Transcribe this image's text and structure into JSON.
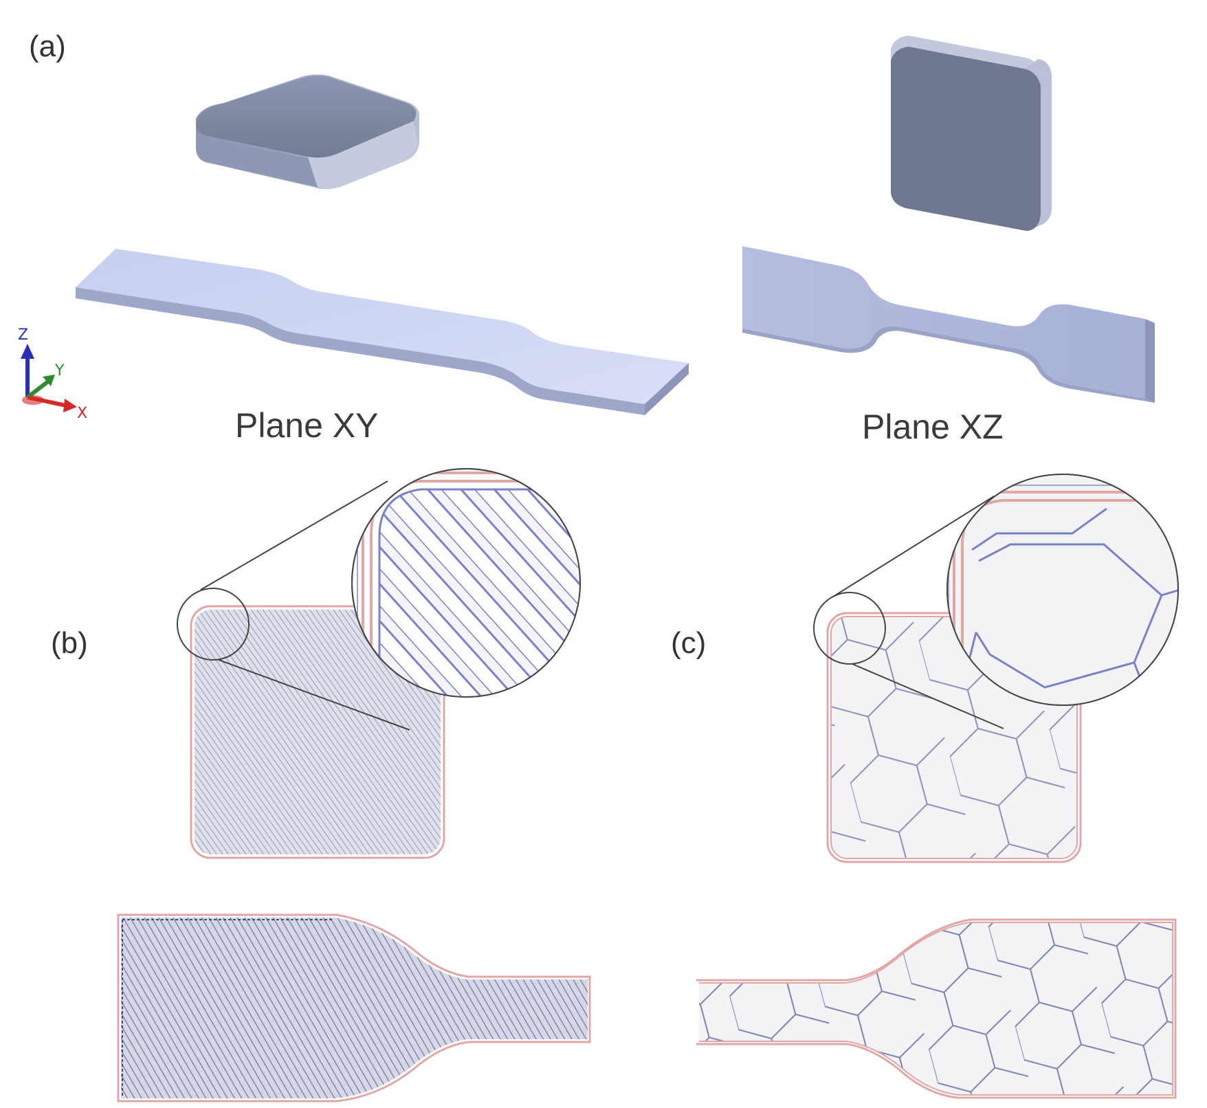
{
  "panels": {
    "a": {
      "label": "(a)"
    },
    "b": {
      "label": "(b)"
    },
    "c": {
      "label": "(c)"
    }
  },
  "planes": {
    "xy": {
      "label": "Plane XY"
    },
    "xz": {
      "label": "Plane XZ"
    }
  },
  "axes_triad": {
    "z": {
      "label": "Z",
      "color": "#2b2fb8"
    },
    "y": {
      "label": "Y",
      "color": "#2e8b2e"
    },
    "x": {
      "label": "X",
      "color": "#d42a2a"
    }
  },
  "colors": {
    "part_top": "#c9d2f0",
    "part_side": "#9aa3c7",
    "block_front": "#6f7890",
    "block_top": "#8a94ae",
    "block_edge": "#c5cce0",
    "perimeter": "#e1a6a6",
    "raster_line": "#7f88b8",
    "hex_line": "#8a90b8",
    "toolpath_fill": "#f3f3f6"
  }
}
